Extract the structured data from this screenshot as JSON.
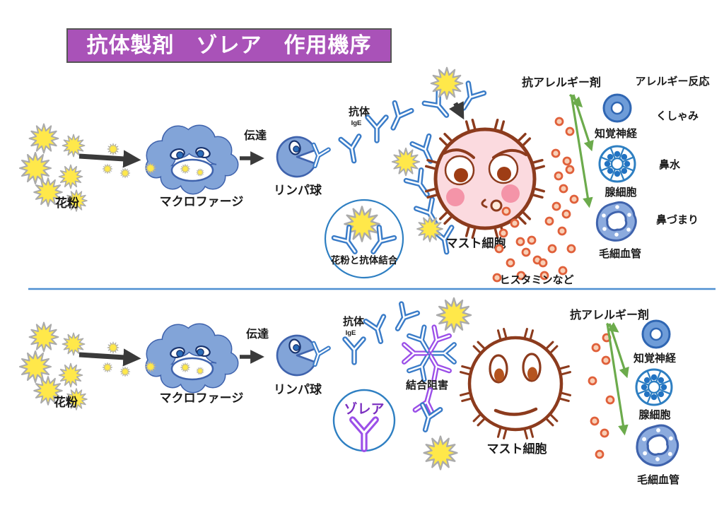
{
  "title": "抗体製剤　ゾレア　作用機序",
  "top": {
    "pollen": "花粉",
    "macrophage": "マクロファージ",
    "transmission": "伝達",
    "lymphocyte": "リンパ球",
    "antibody": "抗体",
    "ige": "IgE",
    "binding_note": "花粉と抗体結合",
    "mast_cell": "マスト細胞",
    "histamine": "ヒスタミンなど",
    "anti_allergy_drug": "抗アレルギー剤",
    "allergy_reaction_heading": "アレルギー反応",
    "organ_nerve": "知覚神経",
    "organ_gland": "腺細胞",
    "organ_capillary": "毛細血管",
    "symptom_sneeze": "くしゃみ",
    "symptom_runny_nose": "鼻水",
    "symptom_congestion": "鼻づまり"
  },
  "bottom": {
    "pollen": "花粉",
    "macrophage": "マクロファージ",
    "transmission": "伝達",
    "lymphocyte": "リンパ球",
    "antibody": "抗体",
    "ige": "IgE",
    "xolair": "ゾレア",
    "binding_inhibition": "結合阻害",
    "mast_cell": "マスト細胞",
    "anti_allergy_drug": "抗アレルギー剤",
    "organ_nerve": "知覚神経",
    "organ_gland": "腺細胞",
    "organ_capillary": "毛細血管"
  },
  "colors": {
    "banner_bg": "#A952B8",
    "banner_text": "#FFFFFF",
    "cell_blue": "#82A4D8",
    "cell_blue_border": "#3F63AD",
    "antibody_blue": "#3A7CC8",
    "antibody_purple": "#9B4FE8",
    "pollen_yellow": "#FFE84A",
    "mast_pink": "#FBDADF",
    "mast_border": "#8C3B1D",
    "histamine_orange": "#E0603A",
    "arrow_green": "#6CAB4C",
    "arrow_dark": "#3A3A3A",
    "divider_blue": "#4D8FD1",
    "organ_outline": "#2E7FC2"
  }
}
